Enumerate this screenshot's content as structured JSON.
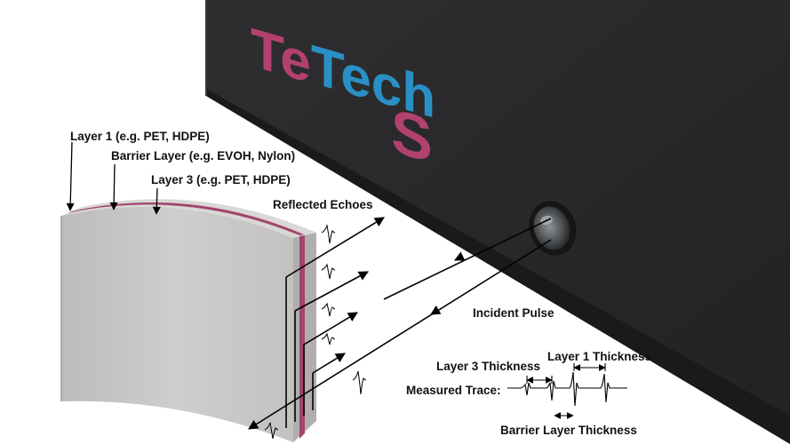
{
  "brand": {
    "logo_part1": "Te",
    "logo_part2": "Tech",
    "logo_part3": "S",
    "colors": {
      "magenta": "#b3416f",
      "blue": "#2a8fc4",
      "device": "#2a2a2b"
    }
  },
  "labels": {
    "layer1": "Layer 1 (e.g. PET, HDPE)",
    "barrier": "Barrier Layer (e.g. EVOH, Nylon)",
    "layer3": "Layer 3 (e.g. PET, HDPE)",
    "reflected_echoes": "Reflected Echoes",
    "incident_pulse": "Incident Pulse",
    "layer3_thickness": "Layer 3 Thickness",
    "layer1_thickness": "Layer 1 Thickness",
    "measured_trace": "Measured Trace:",
    "barrier_thickness": "Barrier Layer Thickness"
  },
  "colors": {
    "barrier_layer": "#a2456f",
    "sample_face": "#c9c8c6",
    "sample_edge": "#a9a7a5",
    "arrow": "#000000"
  }
}
